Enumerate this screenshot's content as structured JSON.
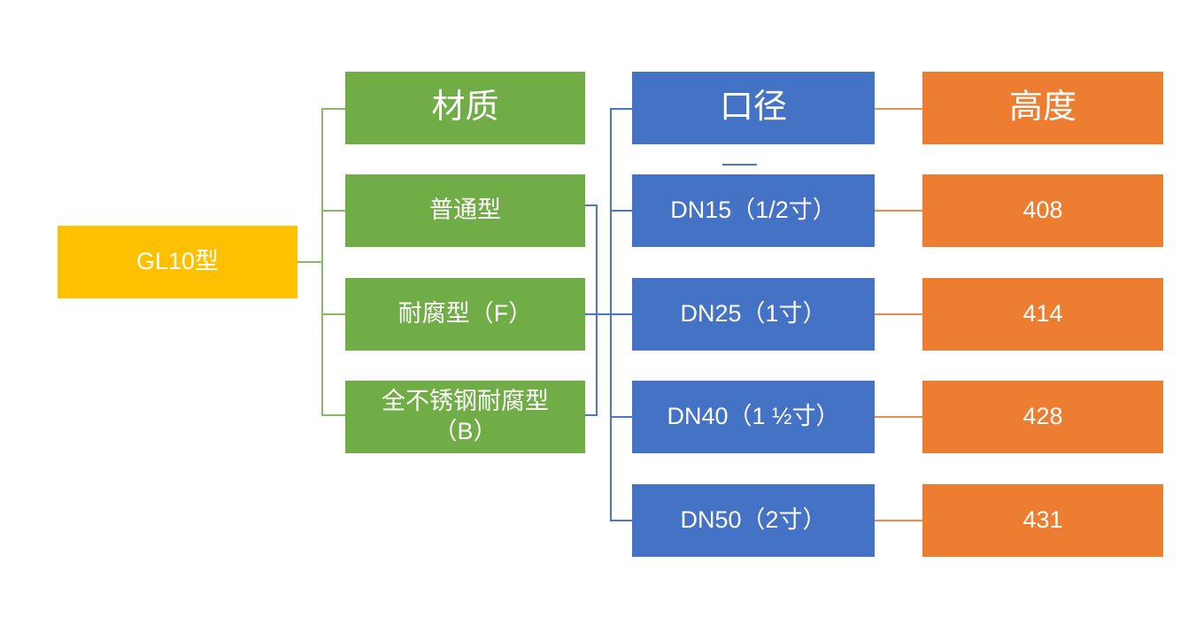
{
  "diagram": {
    "root": {
      "label": "GL10型"
    },
    "columns": [
      {
        "header": "材质",
        "items": [
          "普通型",
          "耐腐型（F）",
          "全不锈钢耐腐型（B）"
        ]
      },
      {
        "header": "口径",
        "items": [
          "DN15（1/2寸）",
          "DN25（1寸）",
          "DN40（1 ½寸）",
          "DN50（2寸）"
        ]
      },
      {
        "header": "高度",
        "items": [
          "408",
          "414",
          "428",
          "431"
        ]
      }
    ],
    "colors": {
      "root-fill": "#FFC000",
      "material-fill": "#70AD47",
      "diameter-fill": "#4472C4",
      "height-fill": "#ED7D31",
      "text": "#FFFFFF",
      "line-green": "#84BE63",
      "line-blue": "#4779C8",
      "line-orange": "#EE8A4B"
    }
  }
}
